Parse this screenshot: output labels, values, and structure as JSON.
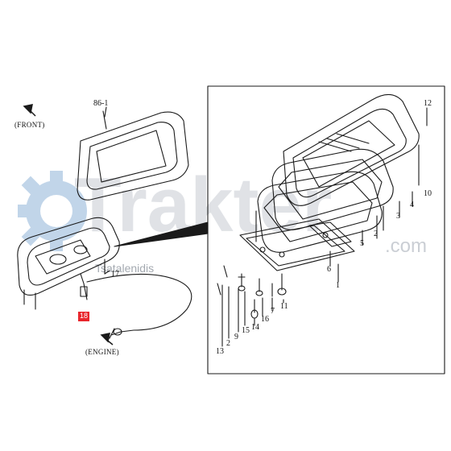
{
  "labels": {
    "front": "(FRONT)",
    "engine": "(ENGINE)",
    "ref_86_1": "86-1",
    "p1": "1",
    "p2": "2",
    "p3": "3",
    "p4": "4",
    "p5": "5",
    "p6": "6",
    "p7": "7",
    "p9": "9",
    "p10": "10",
    "p11": "11",
    "p12": "12",
    "p13": "13",
    "p14": "14",
    "p15": "15",
    "p16": "16",
    "p17": "17",
    "p18": "18"
  },
  "watermark": {
    "brand": "Trakter",
    "domain": ".com",
    "credit": "Tsatalenidis"
  },
  "colors": {
    "line": "#1a1a1a",
    "highlight": "#e8262c",
    "watermark": "#c7ccd3",
    "gear": "#8fb4d8"
  }
}
